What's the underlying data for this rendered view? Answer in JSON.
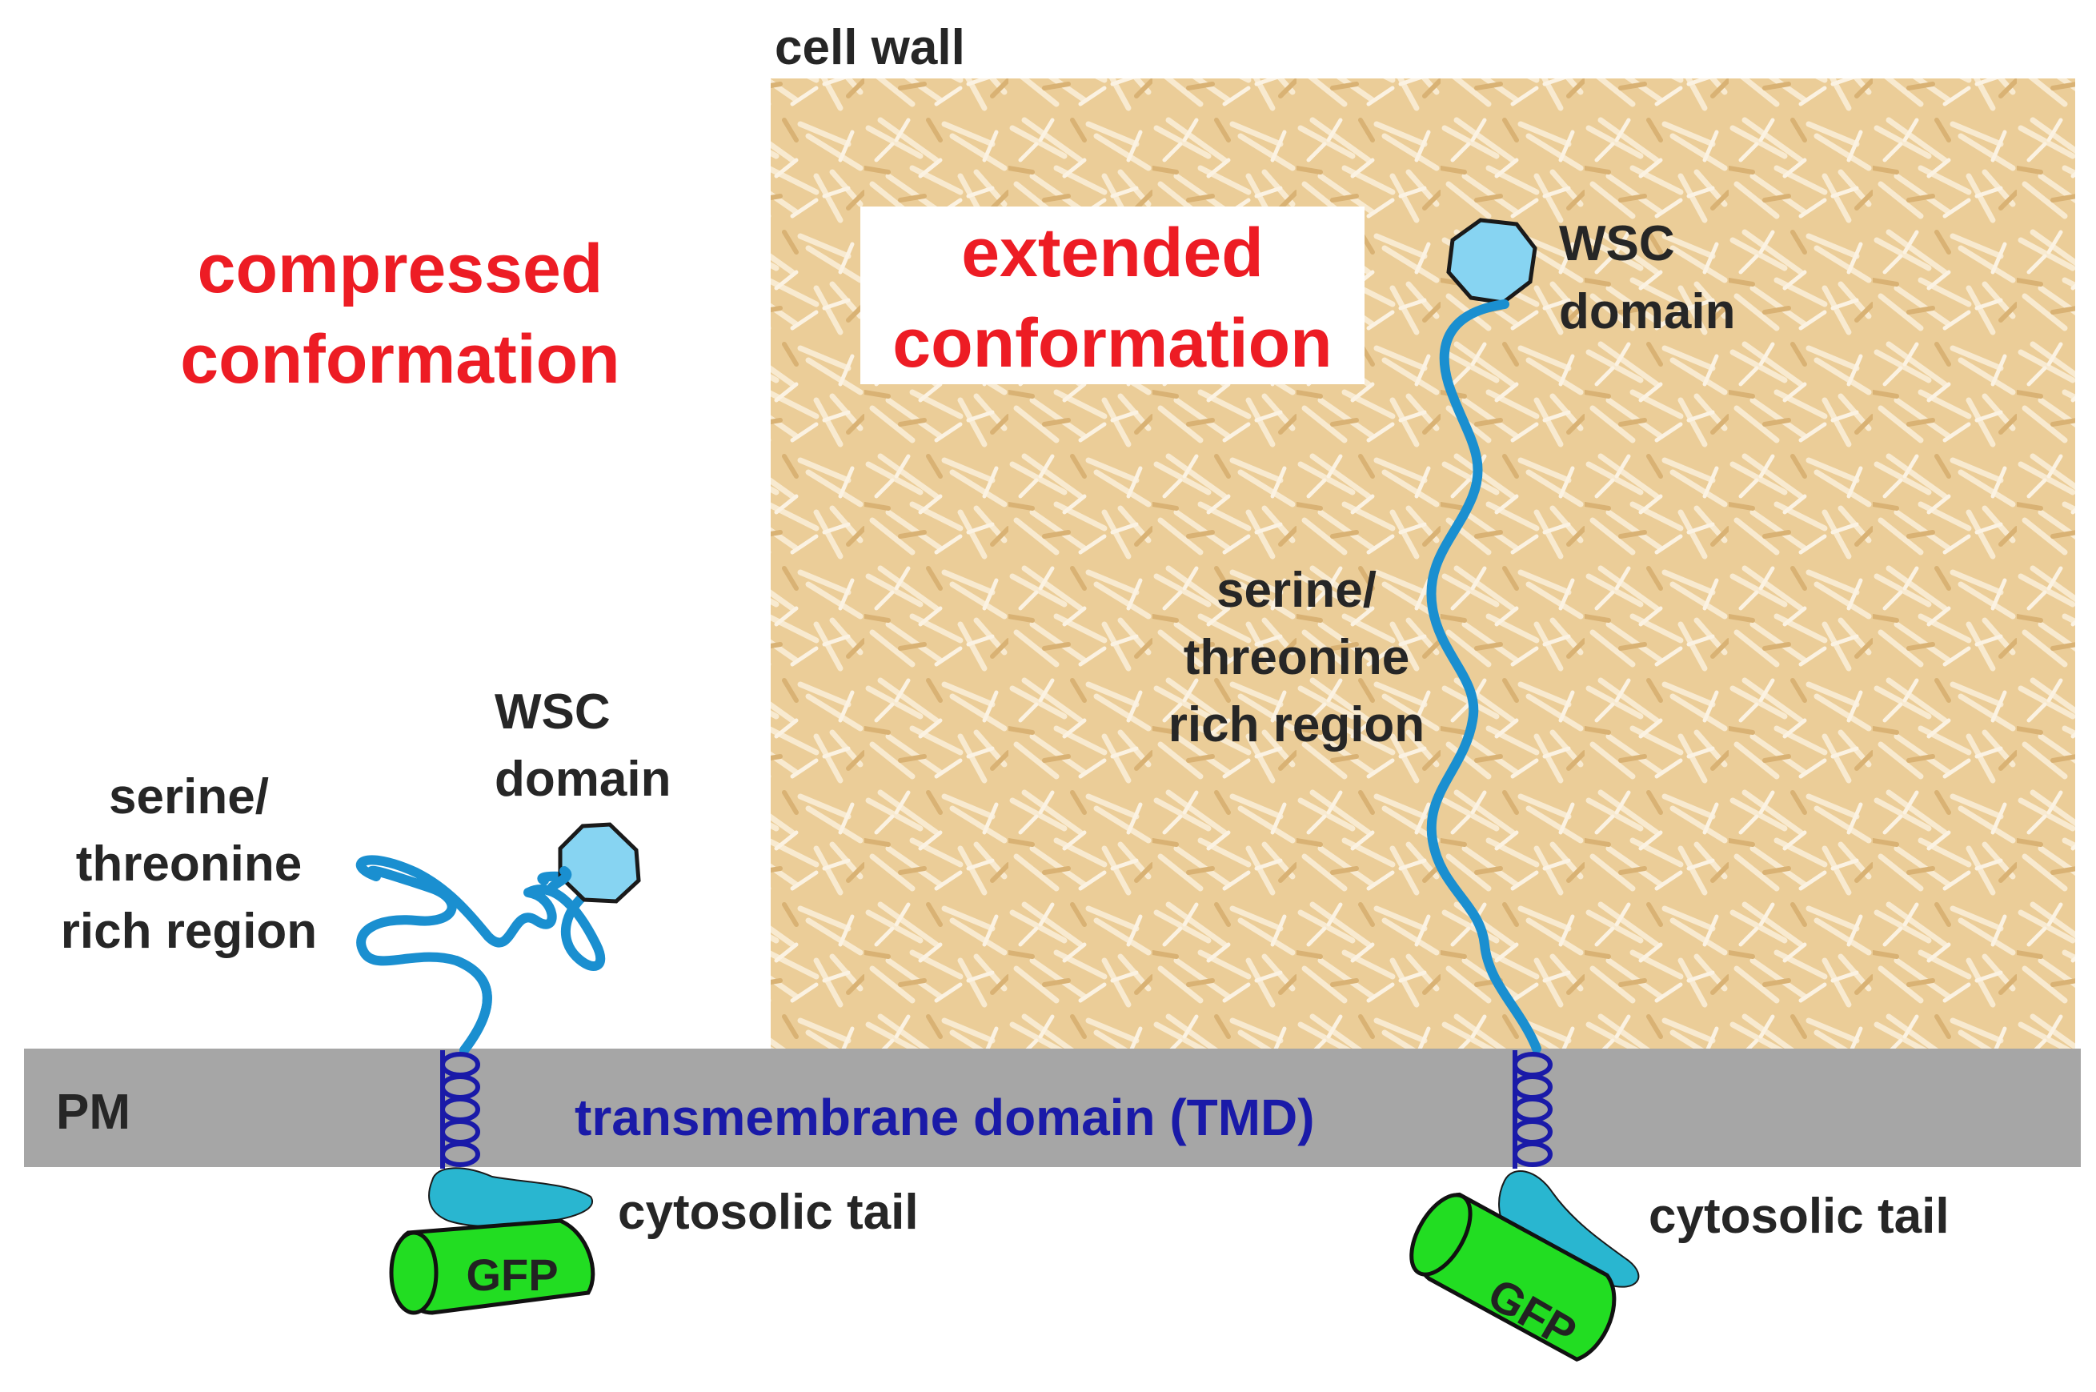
{
  "labels": {
    "cell_wall": "cell wall",
    "plasma_membrane": "PM",
    "tmd": "transmembrane domain (TMD)"
  },
  "compressed": {
    "title_line1": "compressed",
    "title_line2": "conformation",
    "region_line1": "serine/",
    "region_line2": "threonine",
    "region_line3": "rich region",
    "domain_line1": "WSC",
    "domain_line2": "domain",
    "tail": "cytosolic tail",
    "gfp": "GFP"
  },
  "extended": {
    "title_line1": "extended",
    "title_line2": "conformation",
    "region_line1": "serine/",
    "region_line2": "threonine",
    "region_line3": "rich region",
    "domain_line1": "WSC",
    "domain_line2": "domain",
    "tail": "cytosolic tail",
    "gfp": "GFP"
  },
  "colors": {
    "red_title": "#ed1c24",
    "membrane": "#a6a6a6",
    "wall_base": "#ebcd98",
    "strand": "#1a8fd0",
    "helix": "#1a1aa8",
    "wsc_domain": "#87d4f2",
    "cytosolic_tail": "#29b6d0",
    "gfp": "#22dd22"
  }
}
